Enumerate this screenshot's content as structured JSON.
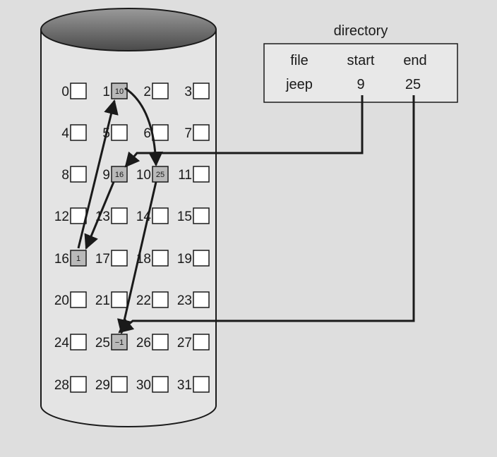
{
  "disk": {
    "blocks": [
      {
        "num": "0",
        "content": ""
      },
      {
        "num": "1",
        "content": "10"
      },
      {
        "num": "2",
        "content": ""
      },
      {
        "num": "3",
        "content": ""
      },
      {
        "num": "4",
        "content": ""
      },
      {
        "num": "5",
        "content": ""
      },
      {
        "num": "6",
        "content": ""
      },
      {
        "num": "7",
        "content": ""
      },
      {
        "num": "8",
        "content": ""
      },
      {
        "num": "9",
        "content": "16"
      },
      {
        "num": "10",
        "content": "25"
      },
      {
        "num": "11",
        "content": ""
      },
      {
        "num": "12",
        "content": ""
      },
      {
        "num": "13",
        "content": ""
      },
      {
        "num": "14",
        "content": ""
      },
      {
        "num": "15",
        "content": ""
      },
      {
        "num": "16",
        "content": "1"
      },
      {
        "num": "17",
        "content": ""
      },
      {
        "num": "18",
        "content": ""
      },
      {
        "num": "19",
        "content": ""
      },
      {
        "num": "20",
        "content": ""
      },
      {
        "num": "21",
        "content": ""
      },
      {
        "num": "22",
        "content": ""
      },
      {
        "num": "23",
        "content": ""
      },
      {
        "num": "24",
        "content": ""
      },
      {
        "num": "25",
        "content": "−1"
      },
      {
        "num": "26",
        "content": ""
      },
      {
        "num": "27",
        "content": ""
      },
      {
        "num": "28",
        "content": ""
      },
      {
        "num": "29",
        "content": ""
      },
      {
        "num": "30",
        "content": ""
      },
      {
        "num": "31",
        "content": ""
      }
    ],
    "chain": [
      "9",
      "16",
      "1",
      "10",
      "25"
    ]
  },
  "directory": {
    "title": "directory",
    "headers": {
      "file": "file",
      "start": "start",
      "end": "end"
    },
    "row": {
      "file": "jeep",
      "start": "9",
      "end": "25"
    }
  },
  "colors": {
    "background": "#dedede",
    "used_block": "#b9b9b9",
    "free_block": "#ffffff",
    "ink": "#1a1a1a"
  }
}
